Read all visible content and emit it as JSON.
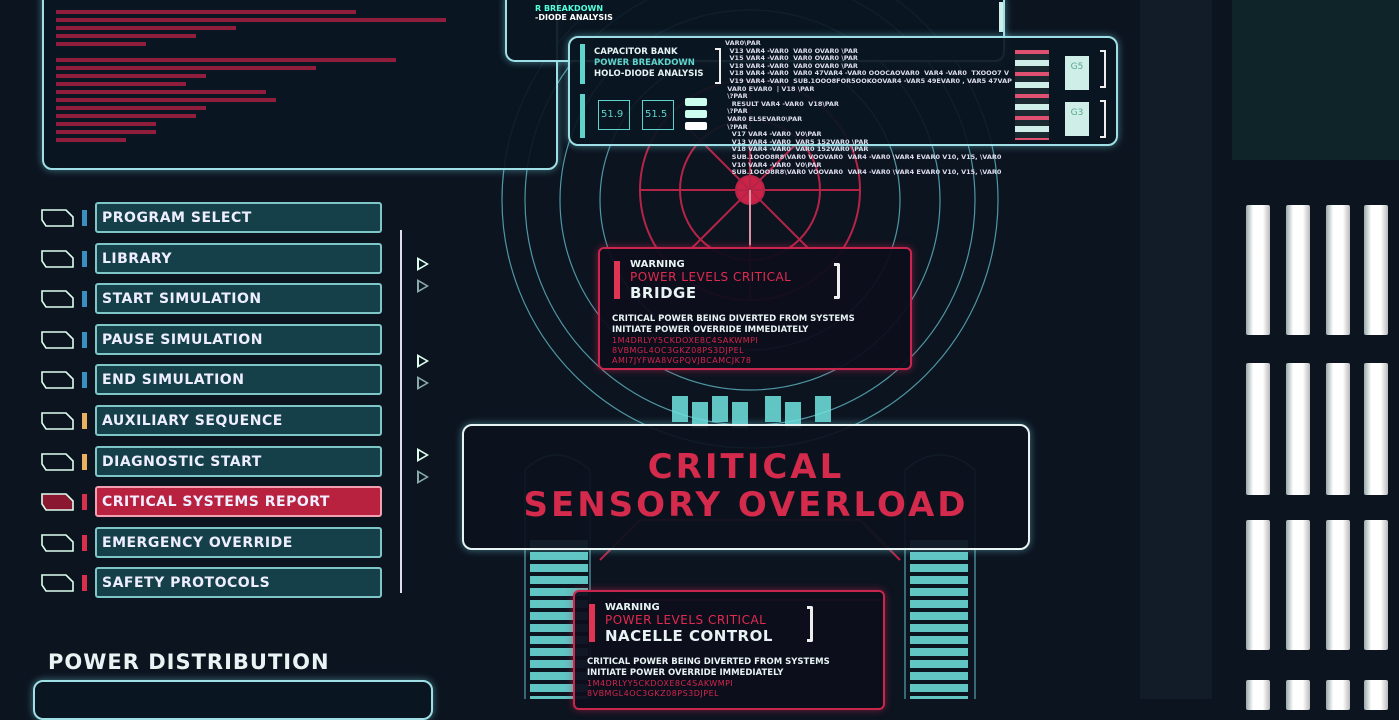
{
  "menu": {
    "items": [
      {
        "label": "Program Select",
        "status": "#3a8fc0",
        "active": false
      },
      {
        "label": "Library",
        "status": "#3a8fc0",
        "active": false
      },
      {
        "label": "Start Simulation",
        "status": "#3a8fc0",
        "active": false
      },
      {
        "label": "Pause Simulation",
        "status": "#3a8fc0",
        "active": false
      },
      {
        "label": "End Simulation",
        "status": "#3a8fc0",
        "active": false
      },
      {
        "label": "Auxiliary Sequence",
        "status": "#e8b060",
        "active": false
      },
      {
        "label": "Diagnostic Start",
        "status": "#e8b060",
        "active": false
      },
      {
        "label": "Critical Systems Report",
        "status": "#d8304c",
        "active": true
      },
      {
        "label": "Emergency Override",
        "status": "#d8304c",
        "active": false
      },
      {
        "label": "Safety Protocols",
        "status": "#d8304c",
        "active": false
      }
    ]
  },
  "power_distribution": {
    "title": "POWER DISTRIBUTION"
  },
  "top_panel": {
    "line1": "R BREAKDOWN",
    "line2": "-DIODE ANALYSIS",
    "badge": "G5"
  },
  "capacitor": {
    "title": "CAPACITOR BANK",
    "subtitle": "POWER BREAKDOWN",
    "line3": "HOLO-DIODE ANALYSIS",
    "readouts": [
      "51.9",
      "51.5"
    ],
    "badges": [
      "G5",
      "G3"
    ],
    "code": "VAR0\\PAR\n  V13 VAR4 -VAR0  VAR0 OVAR0 \\PAR\n  V15 VAR4 -VAR0  VAR0 OVAR0 \\PAR\n  V18 VAR4 -VAR0  VAR0 OVAR0 \\PAR\n  V18 VAR4 -VAR0  VAR0 47VAR4 -VAR0 OOOCAOVAR0  VAR4 -VAR0  TXOOO7 V\n  V19 VAR4 -VAR0  SUB.1OOO8FOR5OOKOOVAR4 -VAR5 49EVAR0 , VAR5 47VAP\n VAR0 EVAR0  | V18 \\PAR\n \\?PAR\n   RESULT VAR4 -VAR0  V18\\PAR\n \\?PAR\n VAR0 ELSEVAR0\\PAR\n \\?PAR\n   V17 VAR4 -VAR0  V0\\PAR\n   V13 VAR4 -VAR0  VAR5 152VAR0 \\PAR\n   V18 VAR4 -VAR0  VAR0 152VAR0 \\PAR\n   SUB.1OOO8R8\\VAR0 VOOVAR0  VAR4 -VAR0 \\VAR4 EVAR0 V10, V15, \\VAR0\n   V10 VAR4 -VAR0  V0\\PAR\n   SUB.1OOO8R8\\VAR0 VOOVAR0  VAR4 -VAR0 \\VAR4 EVAR0 V10, V15, \\VAR0"
  },
  "warning_bridge": {
    "label": "WARNING",
    "status": "POWER LEVELS CRITICAL",
    "location": "BRIDGE",
    "message1": "CRITICAL POWER BEING DIVERTED FROM SYSTEMS",
    "message2": "INITIATE POWER OVERRIDE IMMEDIATELY",
    "codes": [
      "1M4DRLYY5CKDOXE8C4SAKWMPI",
      "8VBMGL4OC3GKZ08PS3DJPEL",
      "AMI7JYFWA8VGPQVJBCAMCJK78"
    ]
  },
  "alert": {
    "line1": "CRITICAL",
    "line2": "SENSORY OVERLOAD"
  },
  "warning_nacelle": {
    "label": "WARNING",
    "status": "POWER LEVELS CRITICAL",
    "location": "NACELLE CONTROL",
    "message1": "CRITICAL POWER BEING DIVERTED FROM SYSTEMS",
    "message2": "INITIATE POWER OVERRIDE IMMEDIATELY",
    "codes": [
      "1M4DRLYY5CKDOXE8C4SAKWMPI",
      "8VBMGL4OC3GKZ08PS3DJPEL"
    ]
  },
  "colors": {
    "accent": "#9fe0e6",
    "critical": "#c8264c",
    "menu_bg": "#15404a"
  }
}
